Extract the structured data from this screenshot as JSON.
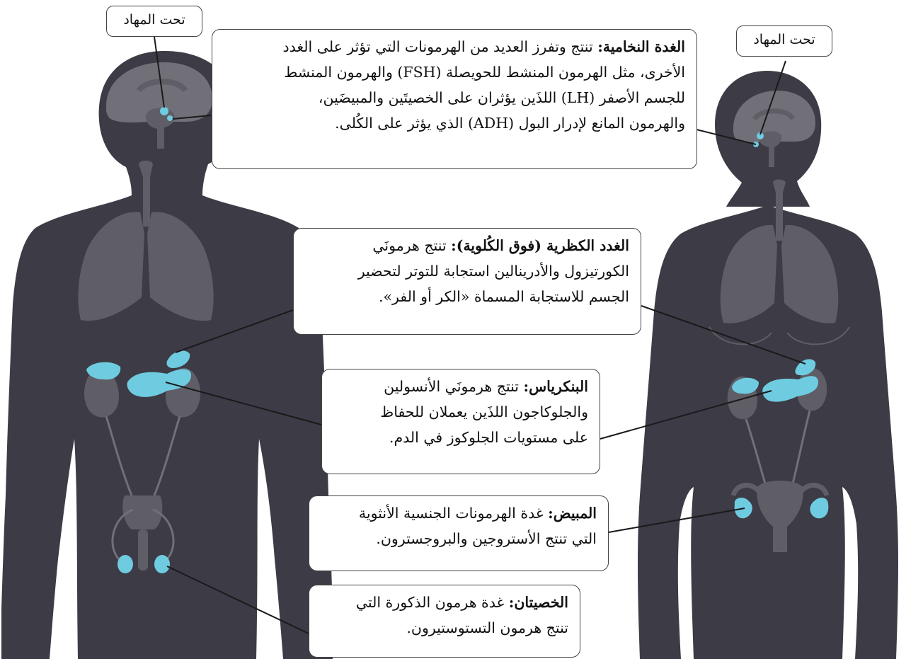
{
  "colors": {
    "body": "#3d3b45",
    "organ": "#5f5e66",
    "organ_light": "#717078",
    "gland": "#6fcbe0",
    "line": "#1a1a1a",
    "box_border": "#444444"
  },
  "labels": {
    "hypothalamus_male": "تحت المهاد",
    "hypothalamus_female": "تحت المهاد"
  },
  "callouts": {
    "pituitary": {
      "term": "الغدة النخامية:",
      "lines": [
        "تنتج وتفرز العديد من الهرمونات التي تؤثر على الغدد",
        "الأخرى، مثل الهرمون المنشط للحويصلة (FSH) والهرمون المنشط",
        "للجسم الأصفر (LH) اللذَين يؤثران على الخصيتَين والمبيضَين،",
        "والهرمون المانع لإدرار البول (ADH) الذي يؤثر على الكُلى."
      ]
    },
    "adrenal": {
      "term": "الغدد الكظرية (فوق الكُلوية):",
      "lines": [
        "تنتج هرمونَي",
        "الكورتيزول والأدرينالين استجابة للتوتر لتحضير",
        "الجسم للاستجابة المسماة «الكر أو الفر»."
      ]
    },
    "pancreas": {
      "term": "البنكرياس:",
      "lines": [
        "تنتج هرمونَي الأنسولين",
        "والجلوكاجون اللذَين يعملان للحفاظ",
        "على مستويات الجلوكوز في الدم."
      ]
    },
    "ovary": {
      "term": "المبيض:",
      "lines": [
        "غدة الهرمونات الجنسية الأنثوية",
        "التي تنتج الأستروجين والبروجسترون."
      ]
    },
    "testes": {
      "term": "الخصيتان:",
      "lines": [
        "غدة هرمون الذكورة التي",
        "تنتج هرمون التستوستيرون."
      ]
    }
  }
}
